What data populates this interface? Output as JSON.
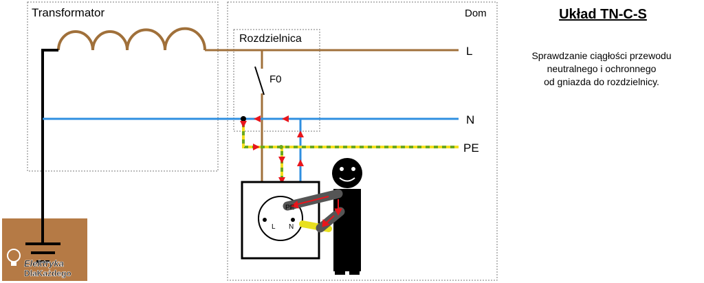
{
  "title": "Układ TN-C-S",
  "description": {
    "line1": "Sprawdzanie ciągłości przewodu",
    "line2": "neutralnego i ochronnego",
    "line3": "od gniazda do rozdzielnicy."
  },
  "boxes": {
    "transformer": "Transformator",
    "house": "Dom",
    "switchboard": "Rozdzielnica"
  },
  "switch_label": "F0",
  "wires": {
    "line": "L",
    "neutral": "N",
    "protective": "PE"
  },
  "socket": {
    "pe": "PE",
    "l": "L",
    "n": "N"
  },
  "logo": {
    "line1": "Elektryka",
    "line2": "DlaKażdego"
  },
  "colors": {
    "line_wire": "#a0703a",
    "neutral_wire": "#2f8fe0",
    "pe_green": "#6aa820",
    "pe_yellow": "#f5e020",
    "arrow": "#e8161c",
    "ground": "#b57a45"
  }
}
